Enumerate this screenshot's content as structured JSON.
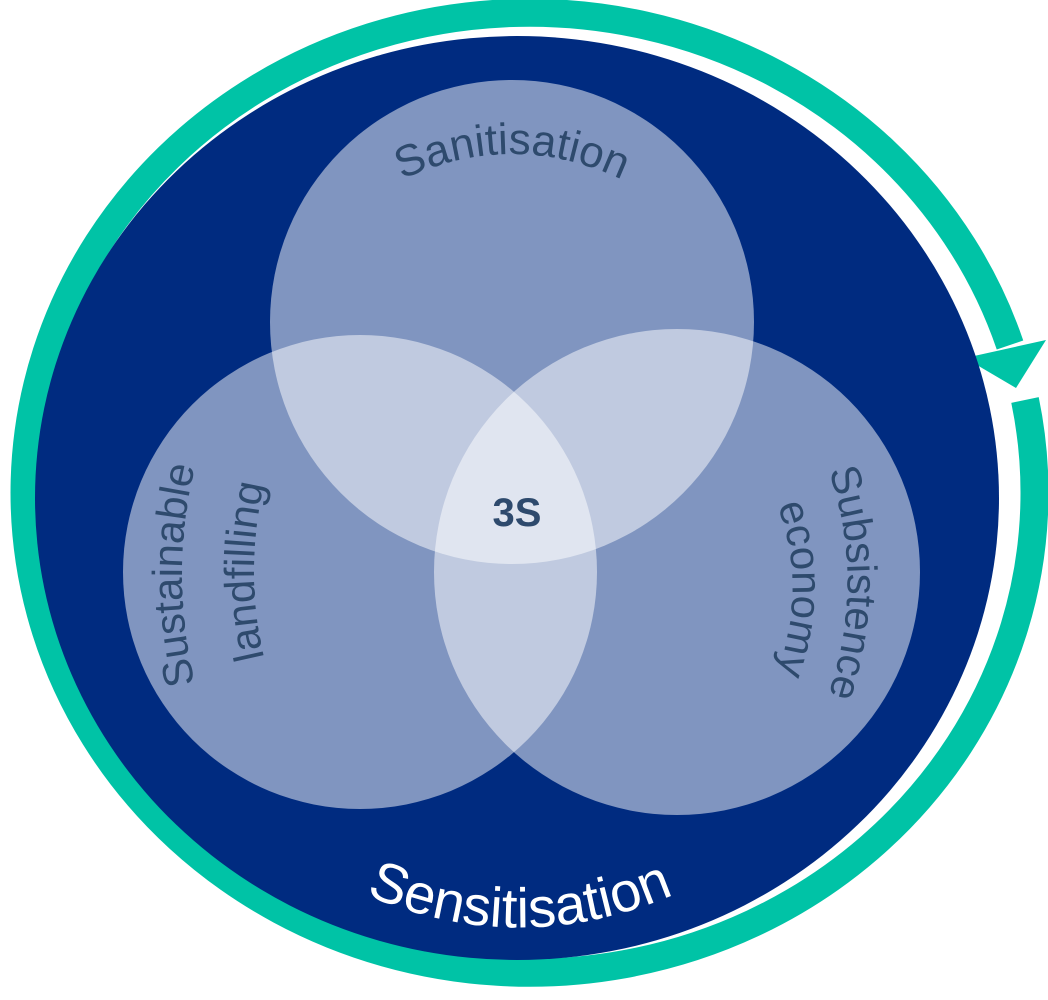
{
  "diagram": {
    "outer_label": "Sensitisation",
    "center_label": "3S",
    "circles": {
      "top": "Sanitisation",
      "left_line1": "Sustainable",
      "left_line2": "landfilling",
      "right_line1": "Subsistence",
      "right_line2": "economy"
    }
  },
  "colors": {
    "ring": "#00c3a6",
    "background": "#002b80",
    "circle_fill": "#ffffff",
    "inner_text": "#2e4a6d",
    "outer_text": "#ffffff"
  }
}
